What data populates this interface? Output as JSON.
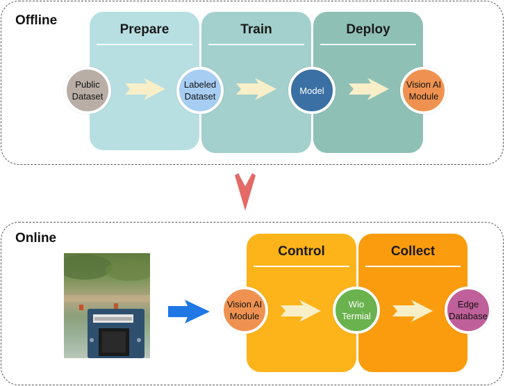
{
  "offline": {
    "label": "Offline",
    "stages": [
      {
        "title": "Prepare",
        "color": "#b7dfe2"
      },
      {
        "title": "Train",
        "color": "#a3d0cc"
      },
      {
        "title": "Deploy",
        "color": "#8fc0b6"
      }
    ],
    "nodes": [
      {
        "line1": "Public",
        "line2": "Dataset",
        "color": "#b9aea6"
      },
      {
        "line1": "Labeled",
        "line2": "Dataset",
        "color": "#a8cdf2"
      },
      {
        "line1": "Model",
        "line2": "",
        "color": "#3a70a3"
      },
      {
        "line1": "Vision AI",
        "line2": "Module",
        "color": "#ef9251"
      }
    ]
  },
  "online": {
    "label": "Online",
    "stages": [
      {
        "title": "Control",
        "color": "#fdb31a"
      },
      {
        "title": "Collect",
        "color": "#fb9c0f"
      }
    ],
    "nodes": [
      {
        "line1": "Vision AI",
        "line2": "Module",
        "color": "#ef9251"
      },
      {
        "line1": "Wio",
        "line2": "Termial",
        "color": "#6ab24e"
      },
      {
        "line1": "Edge",
        "line2": "Database",
        "color": "#c0609a"
      }
    ]
  },
  "colors": {
    "flow_arrow": "#f8efc8",
    "down_arrow": "#e36a66",
    "blue_arrow": "#1f78e6"
  }
}
